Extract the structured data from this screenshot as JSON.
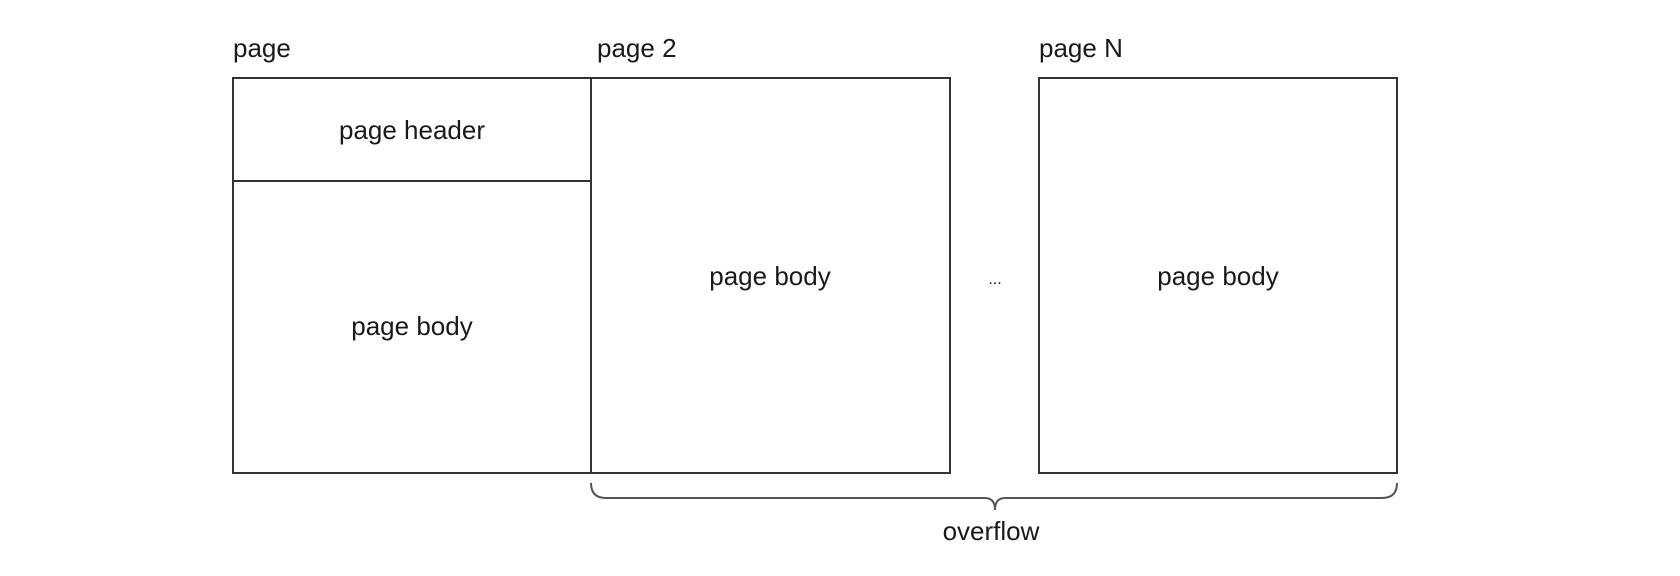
{
  "pages": [
    {
      "label": "page",
      "header": "page header",
      "body": "page body"
    },
    {
      "label": "page 2",
      "body": "page body"
    },
    {
      "label": "page N",
      "body": "page body"
    }
  ],
  "ellipsis": "...",
  "overflow_label": "overflow",
  "colors": {
    "stroke": "#333333",
    "text": "#1a1a1a",
    "background": "#ffffff"
  }
}
